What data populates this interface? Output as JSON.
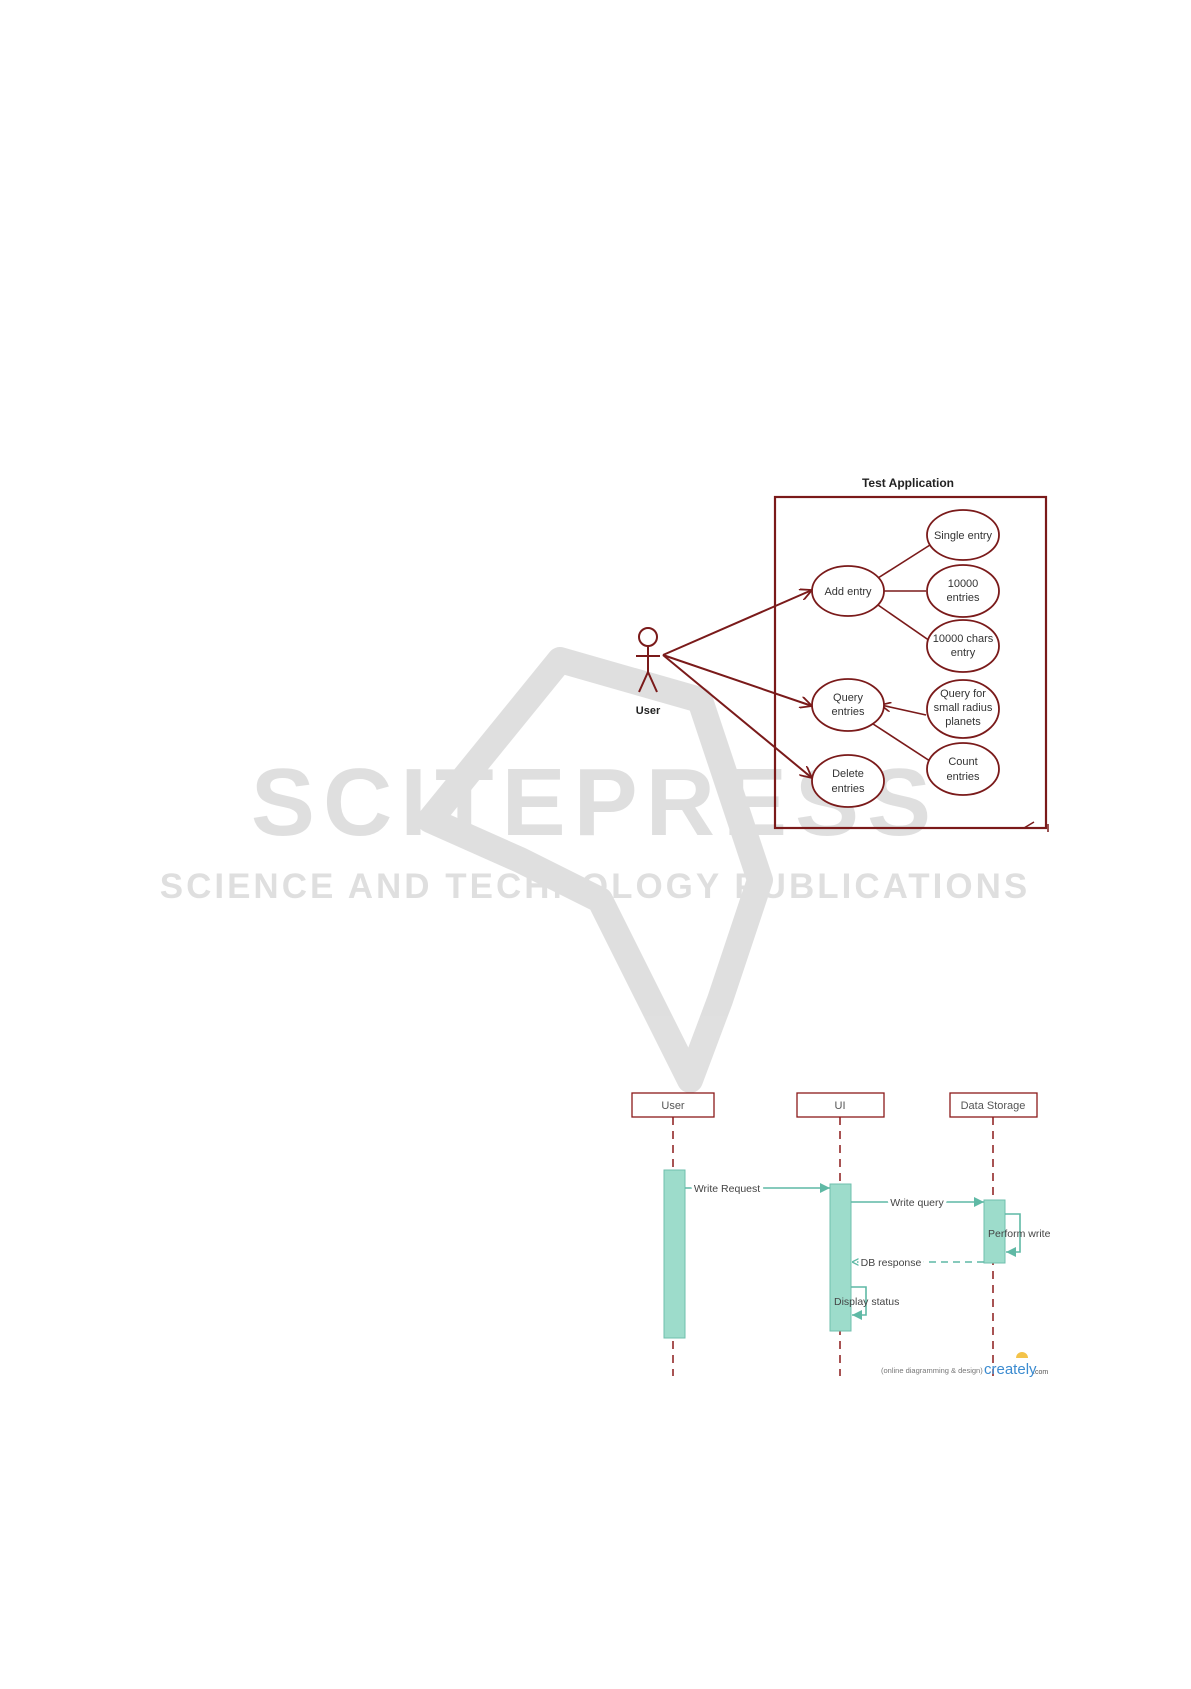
{
  "watermark": {
    "logo_text": "SCITEPRESS",
    "tagline": "SCIENCE AND TECHNOLOGY PUBLICATIONS"
  },
  "use_case_diagram": {
    "system_title": "Test Application",
    "actor": "User",
    "use_cases": {
      "add": [
        "Add entry"
      ],
      "query": [
        "Query",
        "entries"
      ],
      "delete": [
        "Delete",
        "entries"
      ],
      "single": [
        "Single entry"
      ],
      "bulk": [
        "10000",
        "entries"
      ],
      "chars": [
        "10000 chars",
        "entry"
      ],
      "small_radius": [
        "Query for",
        "small radius",
        "planets"
      ],
      "count": [
        "Count",
        "entries"
      ]
    },
    "colors": {
      "line": "#7a1a1a"
    }
  },
  "sequence_diagram": {
    "lifelines": {
      "user": "User",
      "ui": "UI",
      "storage": "Data Storage"
    },
    "messages": {
      "write_request": "Write Request",
      "write_query": "Write query",
      "perform_write": "Perform write",
      "db_response": "DB response",
      "display_status": "Display status"
    },
    "footer": {
      "note": "(online diagramming & design)",
      "brand": "creately",
      "brand_suffix": ".com"
    },
    "colors": {
      "activation": "#9ddccb",
      "arrow": "#5fb9a5",
      "lifeline": "#8b1a1a"
    }
  }
}
